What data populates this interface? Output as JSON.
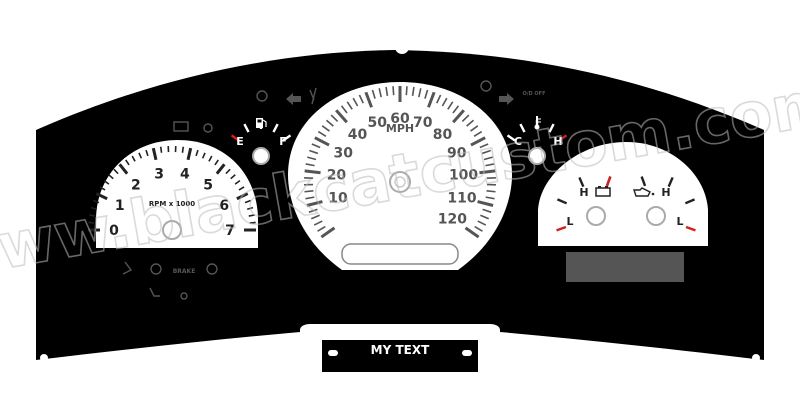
{
  "colors": {
    "panel": "#000000",
    "face": "#ffffff",
    "red_tick": "#d21f1f",
    "dim_icon": "#555555",
    "lcd": "#555555"
  },
  "speedometer": {
    "unit": "MPH",
    "labels": [
      "10",
      "20",
      "30",
      "40",
      "50",
      "60",
      "70",
      "80",
      "90",
      "100",
      "110",
      "120"
    ]
  },
  "tachometer": {
    "unit": "RPM x 1000",
    "labels": [
      "0",
      "1",
      "2",
      "3",
      "4",
      "5",
      "6",
      "7"
    ]
  },
  "fuel_gauge": {
    "empty_label": "E",
    "full_label": "F",
    "icon": "fuel-pump-icon"
  },
  "temp_gauge": {
    "cold_label": "C",
    "hot_label": "H",
    "icon": "thermometer-icon"
  },
  "battery_gauge": {
    "high_label": "H",
    "low_label": "L",
    "icon": "battery-icon"
  },
  "oil_gauge": {
    "high_label": "H",
    "low_label": "L",
    "icon": "oil-can-icon"
  },
  "warning_lights": {
    "brake_text": "BRAKE",
    "od_text": "O/D OFF"
  },
  "plate": {
    "label": "MY TEXT"
  },
  "watermark": {
    "text": "www.blackcatcustom.com"
  }
}
